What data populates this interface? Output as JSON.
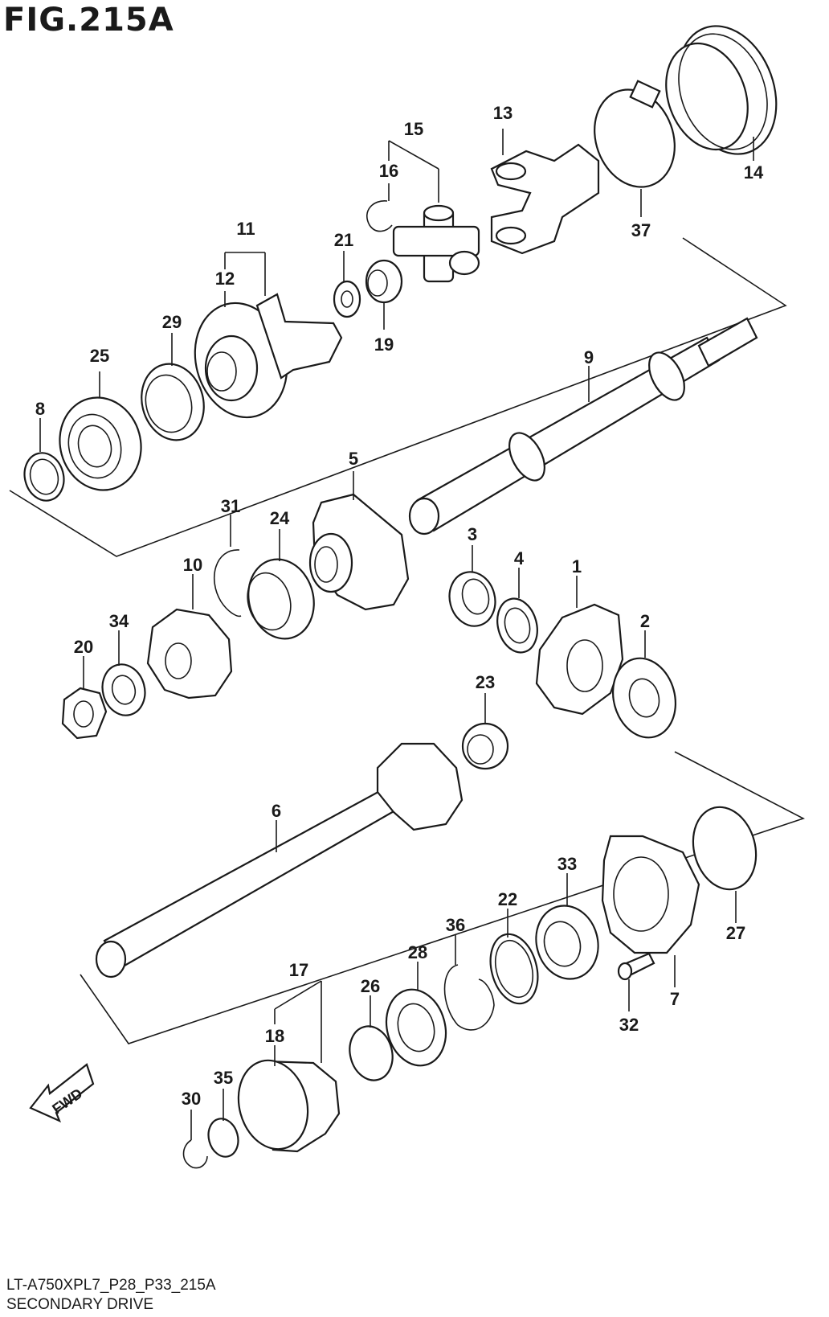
{
  "figure": {
    "title": "FIG.215A",
    "model_code": "LT-A750XPL7_P28_P33_215A",
    "section_name": "SECONDARY DRIVE"
  },
  "fwd_arrow_label": "FWD",
  "callouts": {
    "c1": "1",
    "c2": "2",
    "c3": "3",
    "c4": "4",
    "c5": "5",
    "c6": "6",
    "c7": "7",
    "c8": "8",
    "c9": "9",
    "c10": "10",
    "c11": "11",
    "c12": "12",
    "c13": "13",
    "c14": "14",
    "c15": "15",
    "c16": "16",
    "c17": "17",
    "c18": "18",
    "c19": "19",
    "c20": "20",
    "c21": "21",
    "c22": "22",
    "c23": "23",
    "c24": "24",
    "c25": "25",
    "c26": "26",
    "c27": "27",
    "c28": "28",
    "c29": "29",
    "c30": "30",
    "c31": "31",
    "c32": "32",
    "c33": "33",
    "c34": "34",
    "c35": "35",
    "c36": "36",
    "c37": "37"
  },
  "colors": {
    "line": "#1a1a1a",
    "background": "#ffffff"
  }
}
